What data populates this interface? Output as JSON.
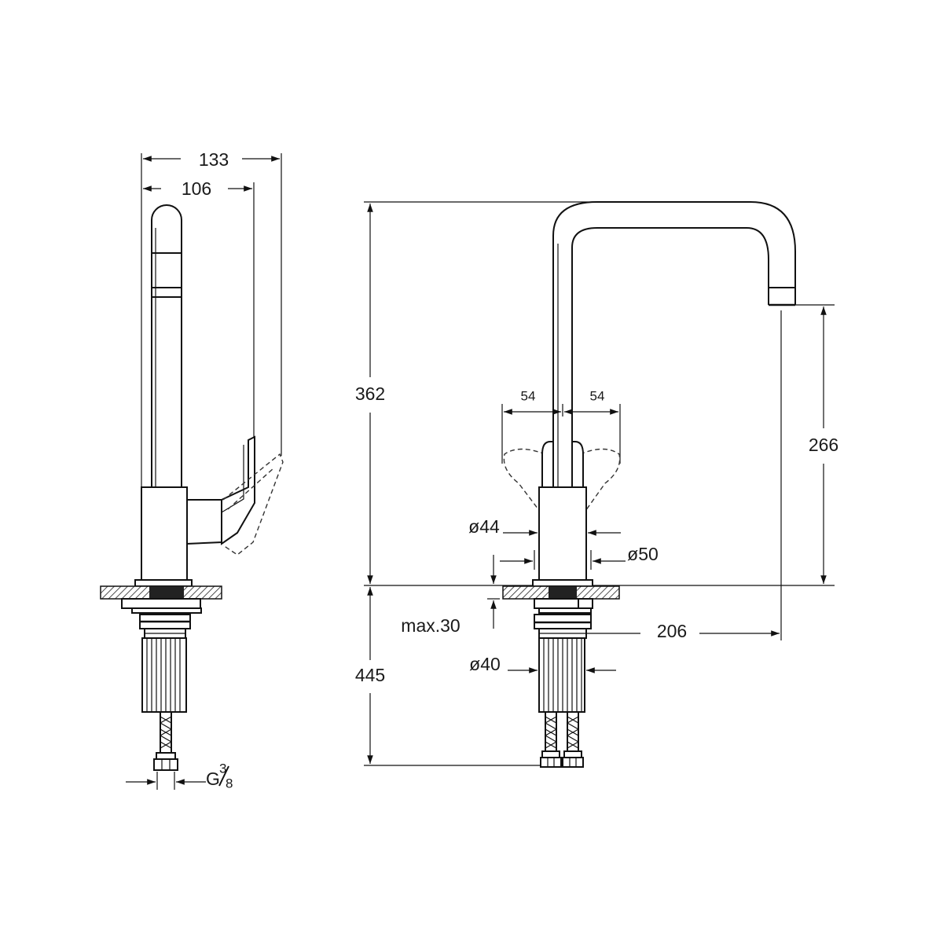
{
  "dimensions": {
    "side_view": {
      "overall_width": "133",
      "spout_width": "106",
      "thread_label_prefix": "G",
      "thread_numerator": "3",
      "thread_denominator": "8"
    },
    "front_view": {
      "total_height": "362",
      "below_deck_length": "445",
      "spout_height": "266",
      "reach": "206",
      "lever_left": "54",
      "lever_right": "54",
      "body_diameter_top": "ø44",
      "body_diameter_base": "ø50",
      "shank_diameter": "ø40",
      "max_deck_thickness": "max.30"
    }
  }
}
